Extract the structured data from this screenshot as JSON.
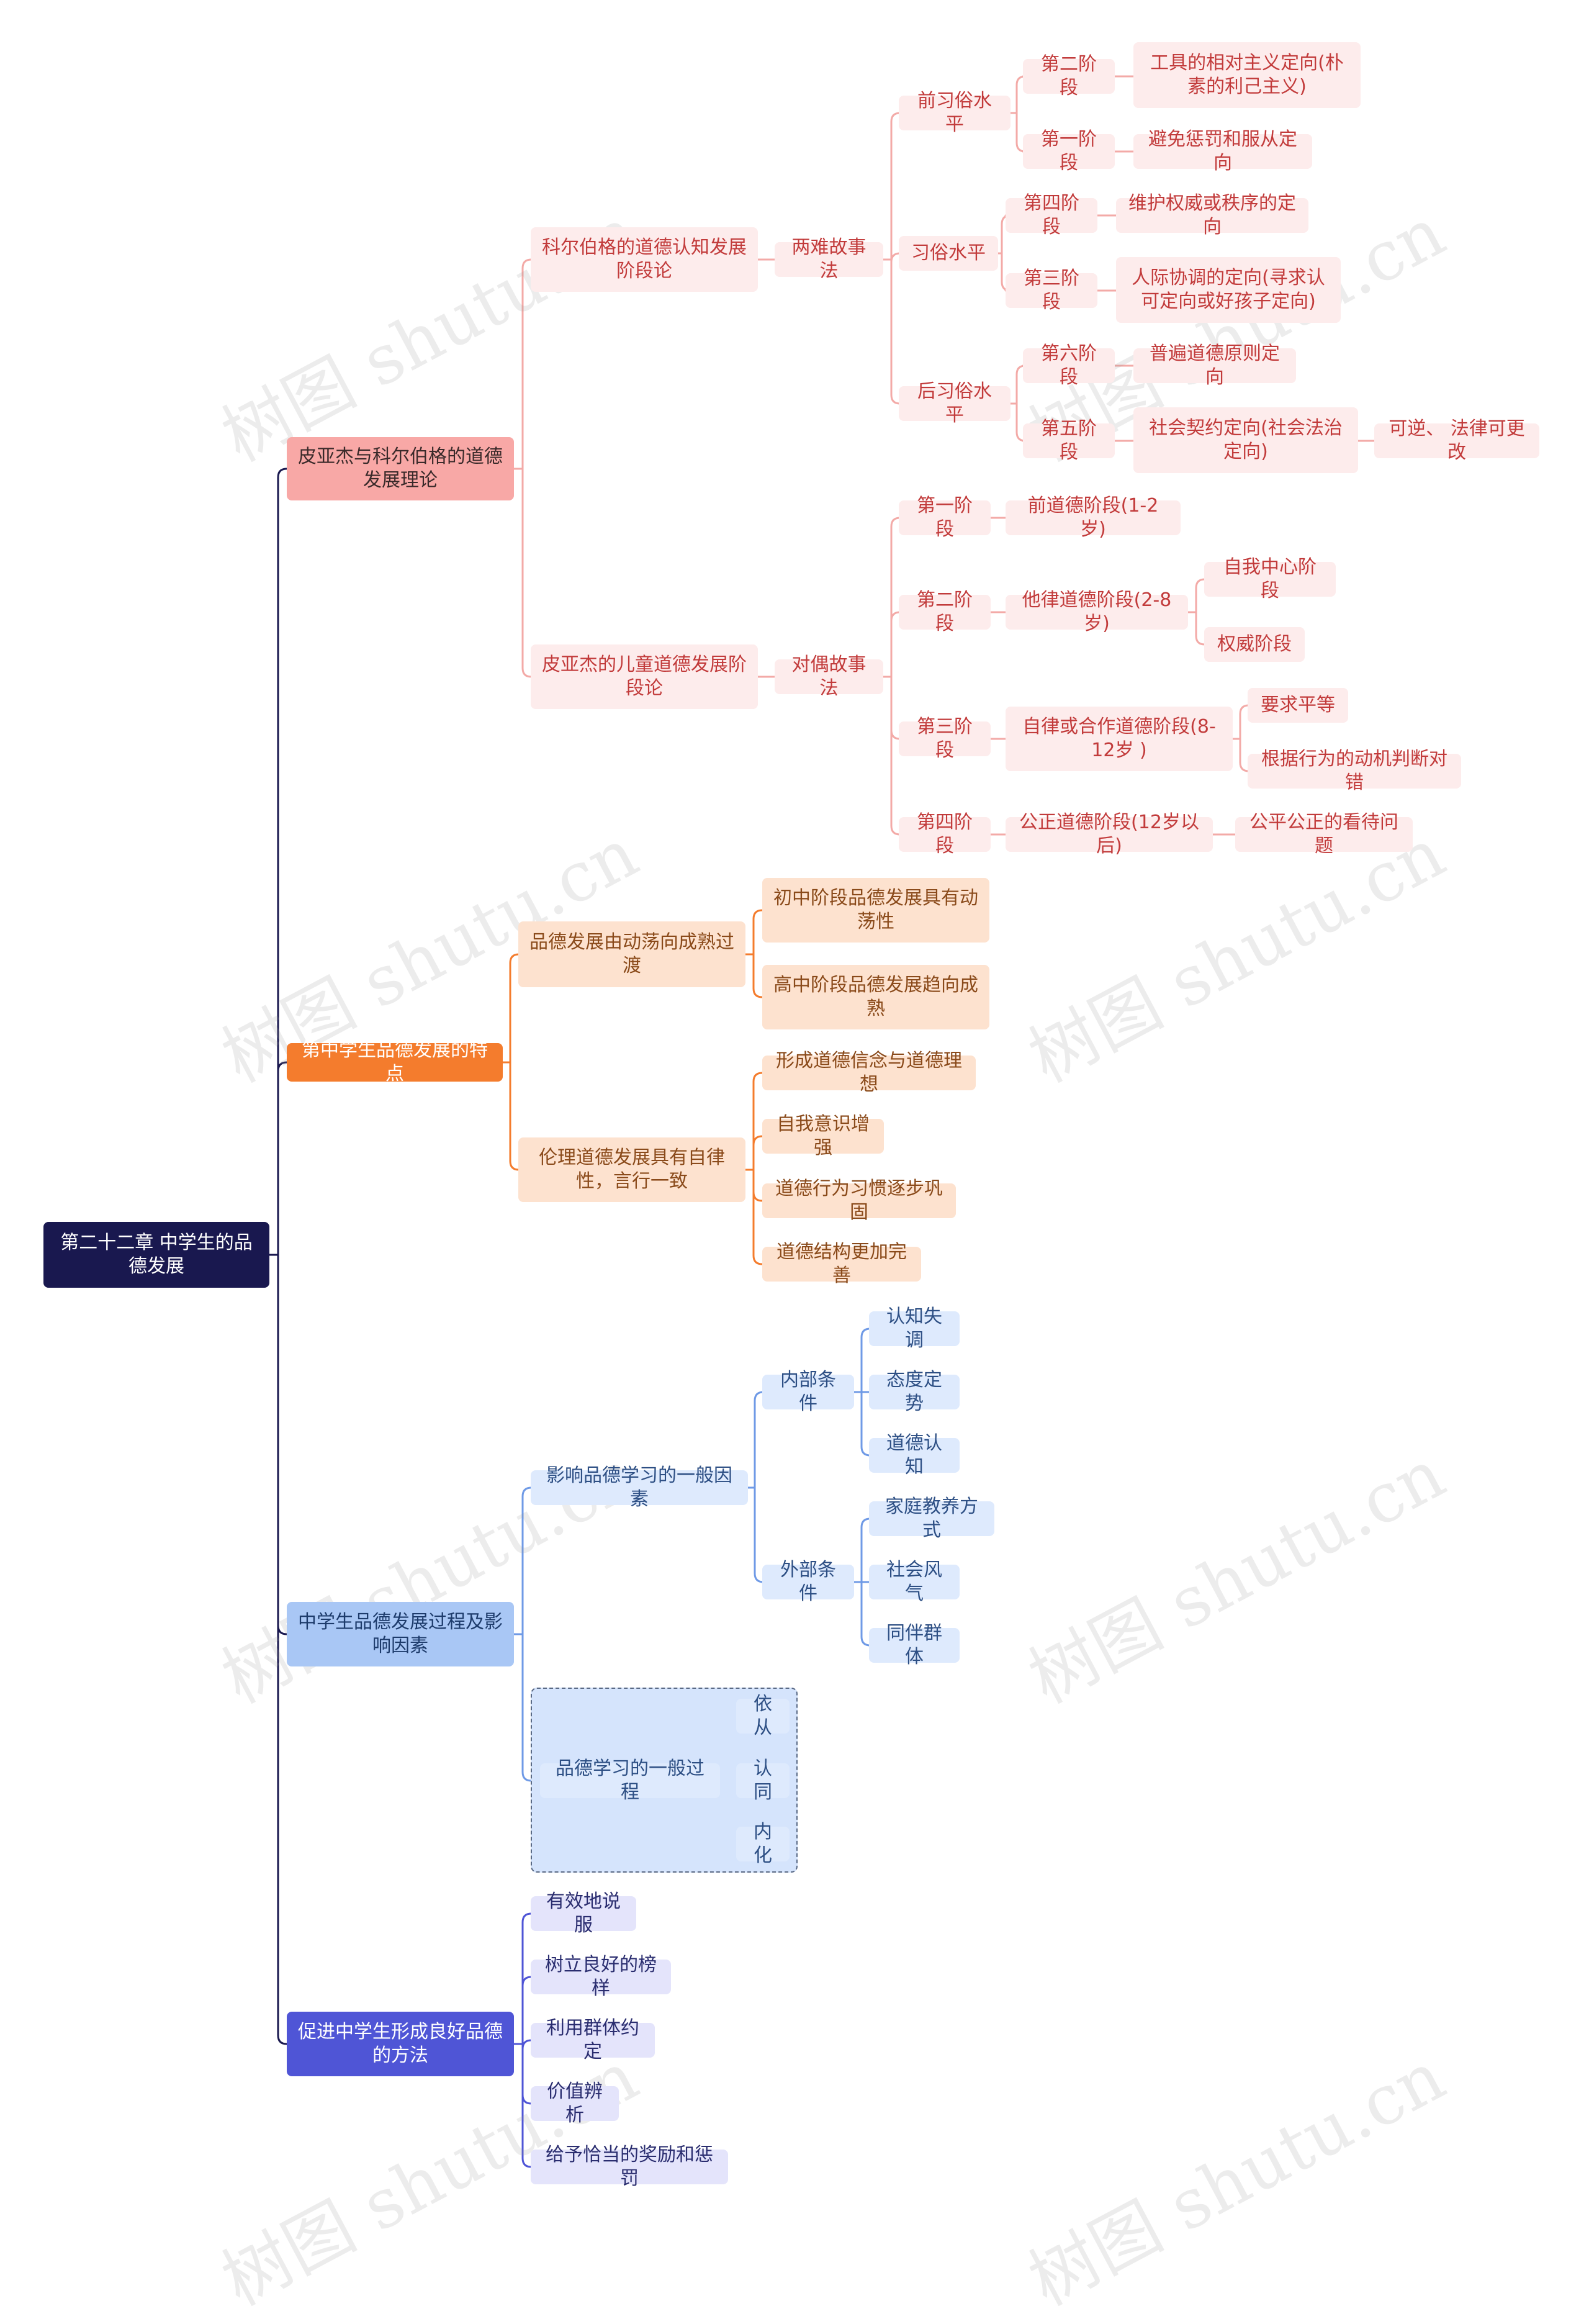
{
  "watermark": "树图 shutu.cn",
  "colors": {
    "branch1": "#f3aaa7",
    "branch2": "#f47c2d",
    "branch3": "#6f9ae6",
    "branch4": "#4f55d6",
    "root": "#19184f"
  },
  "root": {
    "label": "第二十二章 中学生的品德发展"
  },
  "branches": [
    {
      "label": "皮亚杰与科尔伯格的道德发展理论",
      "children": [
        {
          "label": "科尔伯格的道德认知发展阶段论",
          "method": "两难故事法",
          "levels": [
            {
              "label": "前习俗水平",
              "stages": [
                {
                  "label": "第二阶段",
                  "desc": "工具的相对主义定向(朴素的利己主义)"
                },
                {
                  "label": "第一阶段",
                  "desc": "避免惩罚和服从定向"
                }
              ]
            },
            {
              "label": "习俗水平",
              "stages": [
                {
                  "label": "第四阶段",
                  "desc": "维护权威或秩序的定向"
                },
                {
                  "label": "第三阶段",
                  "desc": "人际协调的定向(寻求认可定向或好孩子定向)"
                }
              ]
            },
            {
              "label": "后习俗水平",
              "stages": [
                {
                  "label": "第六阶段",
                  "desc": "普遍道德原则定向"
                },
                {
                  "label": "第五阶段",
                  "desc": "社会契约定向(社会法治定向)",
                  "note": "可逆、 法律可更改"
                }
              ]
            }
          ]
        },
        {
          "label": "皮亚杰的儿童道德发展阶段论",
          "method": "对偶故事法",
          "stages": [
            {
              "label": "第一阶段",
              "desc": "前道德阶段(1-2岁)"
            },
            {
              "label": "第二阶段",
              "desc": "他律道德阶段(2-8岁)",
              "subs": [
                "自我中心阶段",
                "权威阶段"
              ]
            },
            {
              "label": "第三阶段",
              "desc": "自律或合作道德阶段(8-12岁 )",
              "subs": [
                "要求平等",
                "根据行为的动机判断对错"
              ]
            },
            {
              "label": "第四阶段",
              "desc": "公正道德阶段(12岁以后)",
              "subs": [
                "公平公正的看待问题"
              ]
            }
          ]
        }
      ]
    },
    {
      "label": "第中学生品德发展的特点",
      "children": [
        {
          "label": "品德发展由动荡向成熟过渡",
          "items": [
            "初中阶段品德发展具有动荡性",
            "高中阶段品德发展趋向成熟"
          ]
        },
        {
          "label": "伦理道德发展具有自律性，言行一致",
          "items": [
            "形成道德信念与道德理想",
            "自我意识增强",
            "道德行为习惯逐步巩固",
            "道德结构更加完善"
          ]
        }
      ]
    },
    {
      "label": "中学生品德发展过程及影响因素",
      "children": [
        {
          "label": "影响品德学习的一般因素",
          "groups": [
            {
              "label": "内部条件",
              "items": [
                "认知失调",
                "态度定势",
                "道德认知"
              ]
            },
            {
              "label": "外部条件",
              "items": [
                "家庭教养方式",
                "社会风气",
                "同伴群体"
              ]
            }
          ]
        },
        {
          "label": "品德学习的一般过程",
          "items": [
            "依从",
            "认同",
            "内化"
          ]
        }
      ]
    },
    {
      "label": "促进中学生形成良好品德的方法",
      "items": [
        "有效地说服",
        "树立良好的榜样",
        "利用群体约定",
        "价值辨析",
        "给予恰当的奖励和惩罚"
      ]
    }
  ]
}
